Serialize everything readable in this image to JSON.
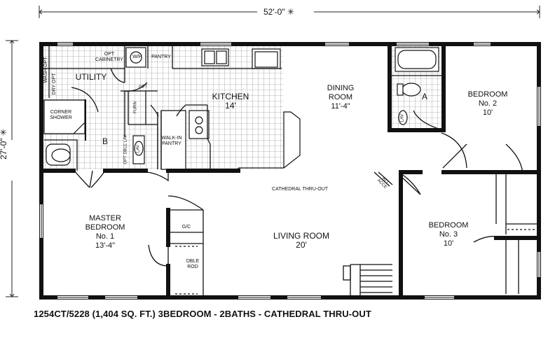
{
  "dimensions": {
    "width": "52'-0\"",
    "width_mark": "✳",
    "depth": "27'-0\"",
    "depth_mark": "✳"
  },
  "caption": "1254CT/5228 (1,404 SQ. FT.) 3BEDROOM - 2BATHS - CATHEDRAL THRU-OUT",
  "rooms": {
    "utility": "UTILITY",
    "wash_opt": "WASH OPT",
    "dry_opt": "DRY OPT",
    "opt_cabinetry": [
      "OPT",
      "CABINETRY"
    ],
    "wh": "W/H",
    "pantry": "PANTRY",
    "kitchen": [
      "KITCHEN",
      "14'"
    ],
    "dining": [
      "DINING",
      "ROOM",
      "11'-4\""
    ],
    "corner_shower": [
      "CORNER",
      "SHOWER"
    ],
    "bath_b": "B",
    "bath_a": "A",
    "furn": "FURN",
    "opt_small": "OPT",
    "opt_dble_lav": "OPT DBLE LAV",
    "lav": "LAV",
    "walk_in_pantry": [
      "WALK-IN",
      "PANTRY"
    ],
    "bedroom2": [
      "BEDROOM",
      "No. 2",
      "10'"
    ],
    "cathedral": "CATHEDRAL THRU-OUT",
    "attic": [
      "ATT",
      "ACCE"
    ],
    "master": [
      "MASTER",
      "BEDROOM",
      "No. 1",
      "13'-4\""
    ],
    "gc": "G/C",
    "dble_rod": [
      "DBLE",
      "ROD"
    ],
    "living": [
      "LIVING ROOM",
      "20'"
    ],
    "bedroom3": [
      "BEDROOM",
      "No. 3",
      "10'"
    ]
  }
}
